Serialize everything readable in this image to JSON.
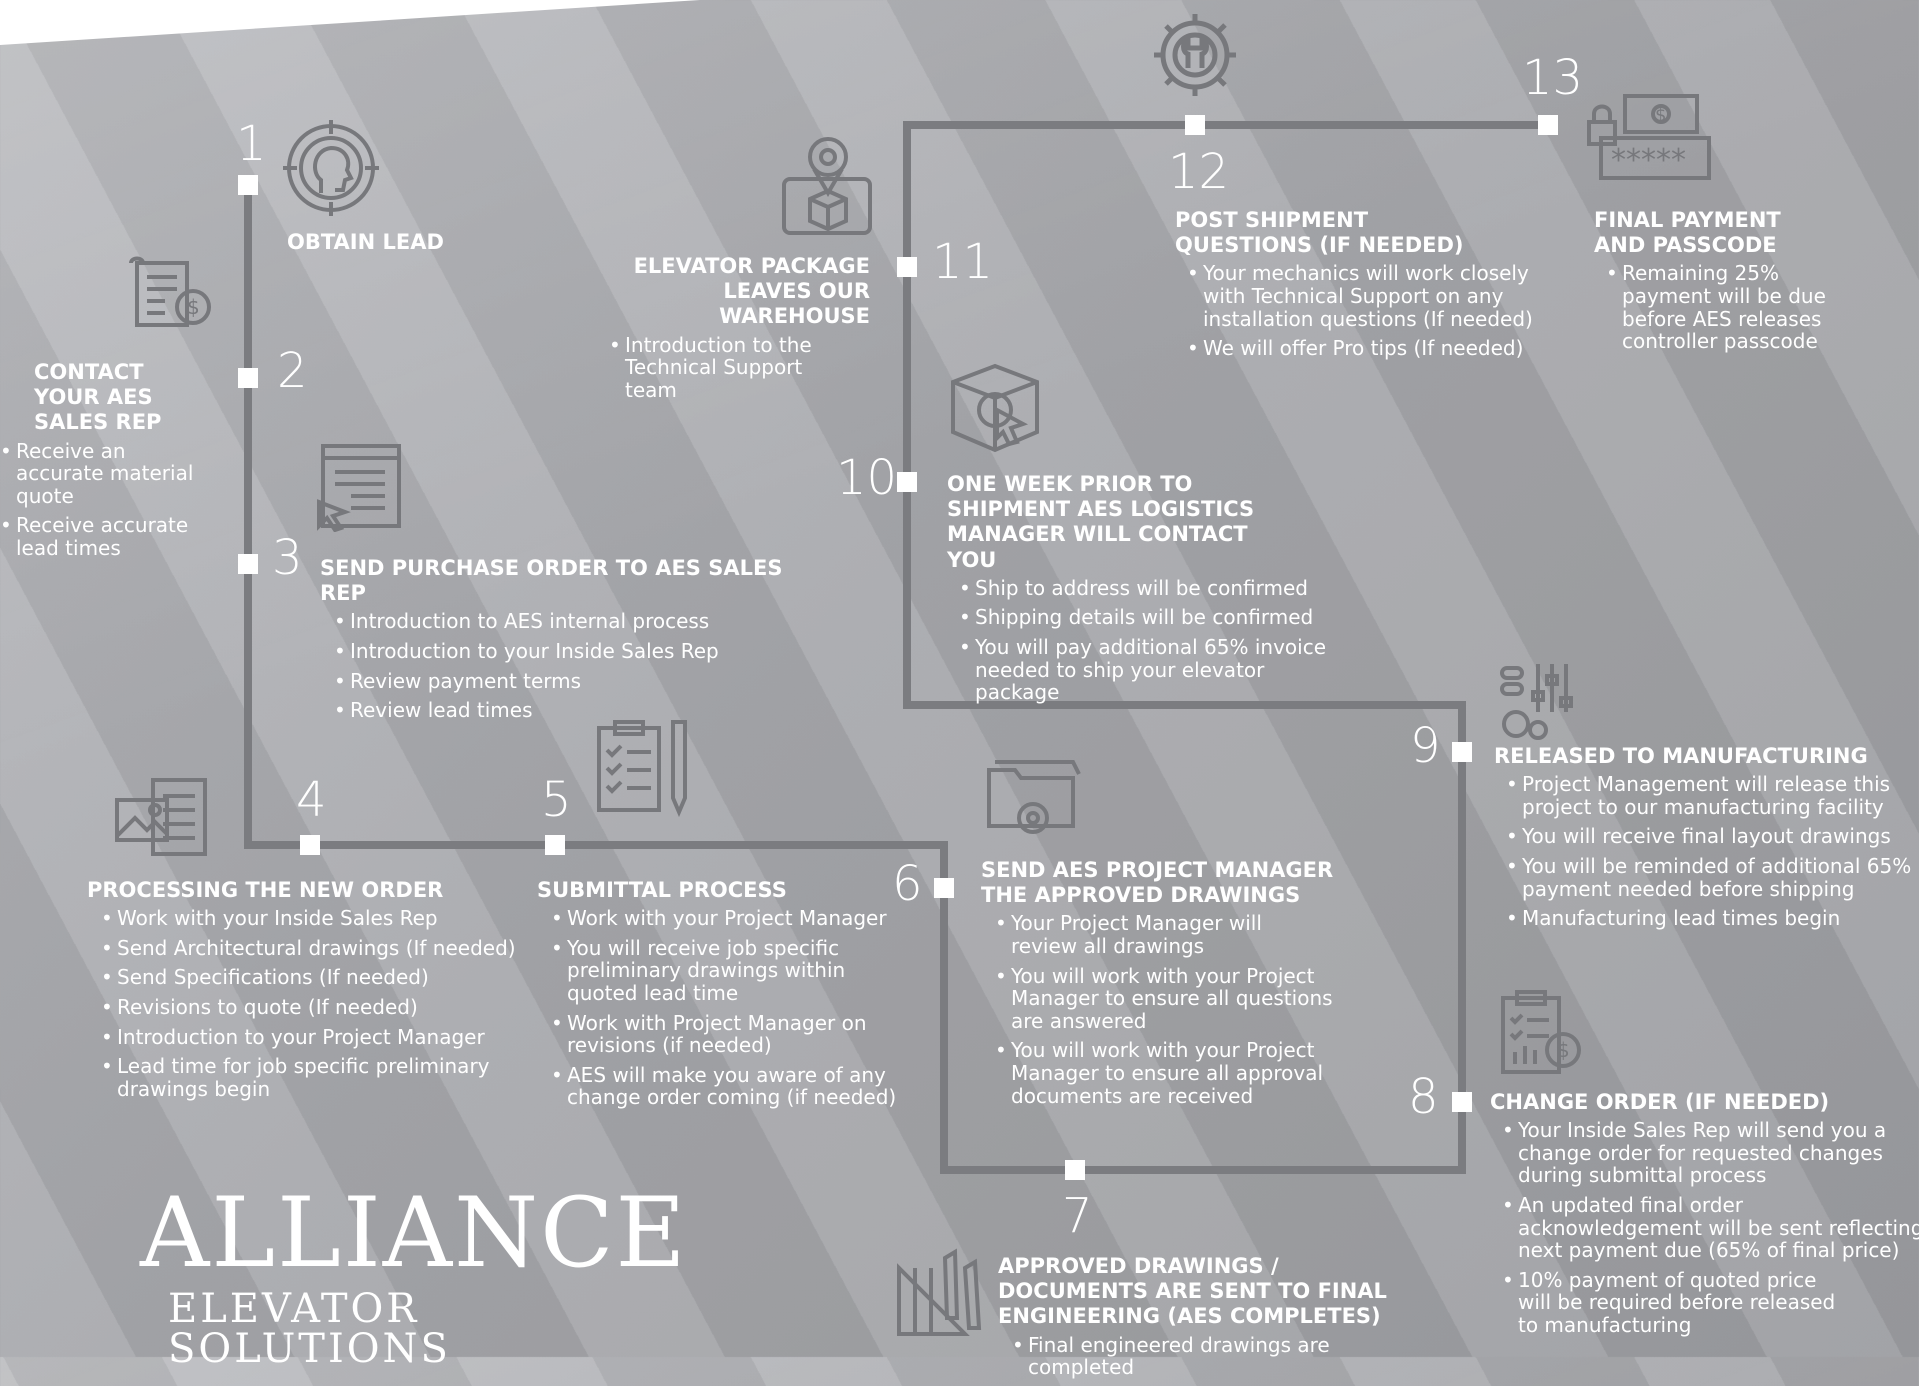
{
  "steps": [
    {
      "num": "1",
      "title": "OBTAIN LEAD",
      "bullets": []
    },
    {
      "num": "2",
      "title": "CONTACT YOUR AES SALES REP",
      "bullets": [
        "Receive an accurate material quote",
        "Receive accurate lead times"
      ]
    },
    {
      "num": "3",
      "title": "SEND PURCHASE ORDER TO AES SALES REP",
      "bullets": [
        "Introduction to AES internal process",
        "Introduction to your Inside Sales Rep",
        "Review payment terms",
        "Review lead times"
      ]
    },
    {
      "num": "4",
      "title": "PROCESSING THE NEW ORDER",
      "bullets": [
        "Work with your Inside Sales Rep",
        "Send Architectural drawings (If needed)",
        "Send Specifications (If needed)",
        "Revisions to quote (If needed)",
        "Introduction to your Project Manager",
        "Lead time for job specific preliminary drawings begin"
      ]
    },
    {
      "num": "5",
      "title": "SUBMITTAL PROCESS",
      "bullets": [
        "Work with your Project Manager",
        "You will receive job specific preliminary drawings within quoted lead time",
        "Work with Project Manager on revisions (if needed)",
        "AES will make you aware of any change order coming (if needed)"
      ]
    },
    {
      "num": "6",
      "title": "SEND AES PROJECT MANAGER THE APPROVED DRAWINGS",
      "bullets": [
        "Your Project Manager will review all drawings",
        "You will work with your Project Manager to ensure all questions are answered",
        "You will work with your Project Manager to ensure all approval documents are received"
      ]
    },
    {
      "num": "7",
      "title": "APPROVED DRAWINGS / DOCUMENTS ARE SENT TO FINAL ENGINEERING (AES COMPLETES)",
      "bullets": [
        "Final engineered drawings are completed"
      ]
    },
    {
      "num": "8",
      "title": "CHANGE ORDER (IF NEEDED)",
      "bullets": [
        "Your Inside Sales Rep will send you a change order for requested changes during submittal process",
        "An updated final order acknowledgement will be sent reflecting next payment due (65% of final price)",
        "10% payment of quoted price will be required before released to manufacturing"
      ]
    },
    {
      "num": "9",
      "title": "RELEASED TO MANUFACTURING",
      "bullets": [
        "Project Management will release this project to our manufacturing facility",
        "You will receive final layout drawings",
        "You will be reminded of additional 65% payment needed before shipping",
        "Manufacturing lead times begin"
      ]
    },
    {
      "num": "10",
      "title": "ONE WEEK PRIOR TO SHIPMENT AES LOGISTICS MANAGER WILL CONTACT YOU",
      "bullets": [
        "Ship to address will be confirmed",
        "Shipping details will be confirmed",
        "You will pay additional 65% invoice needed to ship your elevator package"
      ]
    },
    {
      "num": "11",
      "title": "ELEVATOR PACKAGE LEAVES OUR WAREHOUSE",
      "bullets": [
        "Introduction to the Technical Support team"
      ]
    },
    {
      "num": "12",
      "title": "POST SHIPMENT QUESTIONS (IF NEEDED)",
      "bullets": [
        "Your mechanics will work closely with Technical Support on any installation questions (If needed)",
        "We will offer Pro tips (If needed)"
      ]
    },
    {
      "num": "13",
      "title": "FINAL PAYMENT AND PASSCODE",
      "bullets": [
        "Remaining 25% payment will be due before AES releases controller passcode"
      ]
    }
  ],
  "logo": {
    "name": "ALLIANCE",
    "subtitle": "ELEVATOR SOLUTIONS"
  },
  "icons": [
    "target-head-icon",
    "scroll-dollar-icon",
    "browser-cursor-icon",
    "documents-image-icon",
    "checklist-pen-icon",
    "folder-gear-icon",
    "drafting-tools-icon",
    "clipboard-dollar-icon",
    "gears-sliders-icon",
    "box-target-icon",
    "phone-location-box-icon",
    "gear-wrench-icon",
    "cash-lock-icon"
  ],
  "colors": {
    "line": "#7b7c80",
    "node": "#ffffff",
    "text": "#ffffff"
  }
}
